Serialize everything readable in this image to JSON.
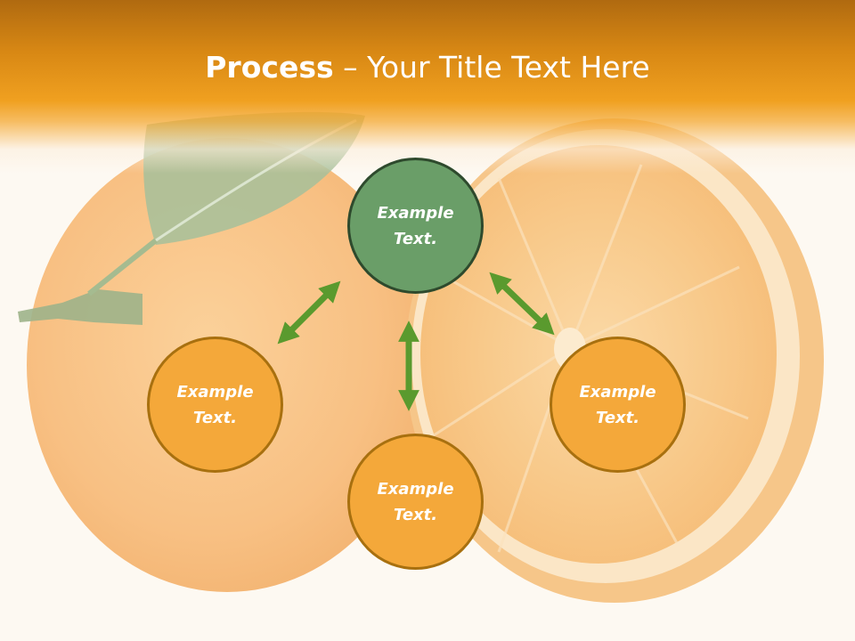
{
  "slide": {
    "title_bold": "Process",
    "title_rest": " – Your Title Text Here"
  },
  "nodes": {
    "top": {
      "line1": "Example",
      "line2": "Text."
    },
    "left": {
      "line1": "Example",
      "line2": "Text."
    },
    "bottom": {
      "line1": "Example",
      "line2": "Text."
    },
    "right": {
      "line1": "Example",
      "line2": "Text."
    }
  },
  "colors": {
    "header": "#f0a020",
    "node_green": "#6a9e68",
    "node_orange": "#f4a83a",
    "arrow": "#5a9a2e"
  }
}
